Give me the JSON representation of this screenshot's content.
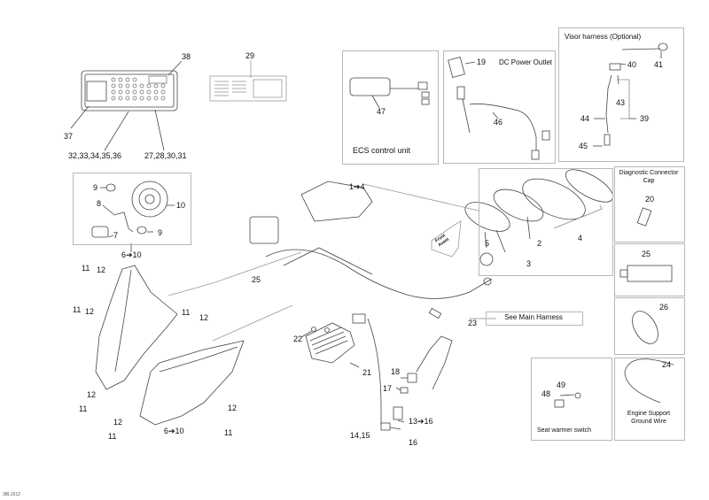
{
  "diagram": {
    "reference_code": "3BL1512",
    "boxes": {
      "ecs": {
        "title": "ECS control unit",
        "callouts": [
          "47"
        ]
      },
      "dc_outlet": {
        "title": "DC Power Outlet",
        "callouts": [
          "19",
          "46"
        ]
      },
      "visor": {
        "title": "Visor harness (Optional)",
        "callouts": [
          "40",
          "41",
          "43",
          "39",
          "44",
          "45"
        ]
      },
      "diag_cap": {
        "title": "Diagnostic Connector Cap",
        "callouts": [
          "20"
        ]
      },
      "tube": {
        "callouts": [
          "25"
        ]
      },
      "ring": {
        "callouts": [
          "26"
        ]
      },
      "seat_warmer": {
        "title": "Seat warmer switch",
        "callouts": [
          "49",
          "48"
        ]
      },
      "ground_wire": {
        "title": "Engine Support Ground Wire",
        "callouts": [
          "24"
        ]
      },
      "cluster": {
        "callouts": [
          "5",
          "2",
          "4",
          "3"
        ]
      },
      "headlamp_kit": {
        "callouts": [
          "9",
          "10",
          "8",
          "7",
          "9"
        ]
      }
    },
    "see_main_harness": "See Main Harness",
    "front_label": "Front Avant",
    "callouts": {
      "c38": "38",
      "c37": "37",
      "c32_36": "32,33,34,35,36",
      "c27_31": "27,28,30,31",
      "c29": "29",
      "c1_4": "1➔4",
      "c6_10a": "6➔10",
      "c6_10b": "6➔10",
      "c25": "25",
      "c23": "23",
      "c22": "22",
      "c21": "21",
      "c18": "18",
      "c17": "17",
      "c13_16": "13➔16",
      "c14_15": "14,15",
      "c16": "16",
      "c11a": "11",
      "c12a": "12",
      "c11b": "11",
      "c12b": "12",
      "c11c": "11",
      "c12c": "12",
      "c12d": "12",
      "c11d": "11",
      "c12e": "12",
      "c11e": "11",
      "c12f": "12",
      "c11f": "11"
    }
  }
}
